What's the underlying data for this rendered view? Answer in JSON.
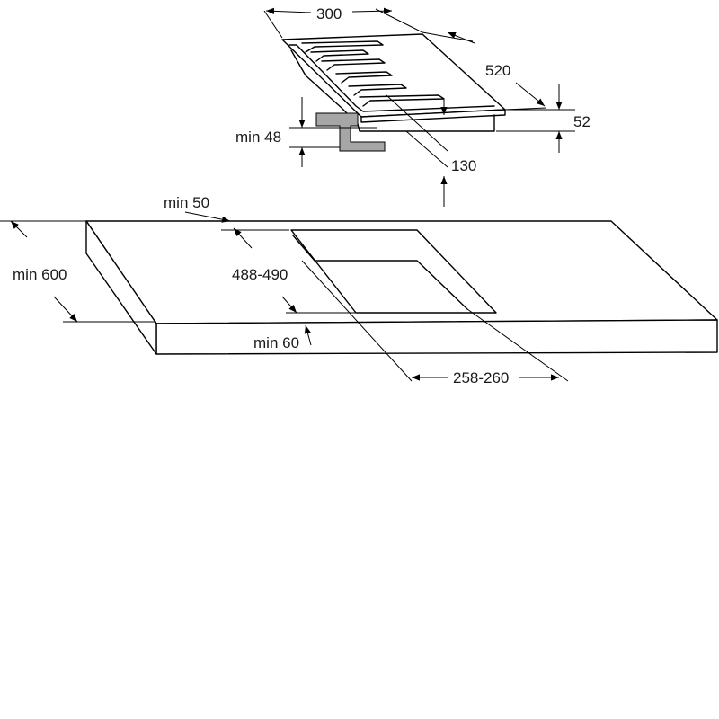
{
  "colors": {
    "line": "#000000",
    "bracket": "#a6a6a6",
    "background": "#ffffff"
  },
  "dimensions": {
    "width": "300",
    "depth": "520",
    "height": "52",
    "min_clearance": "min 48",
    "under_height": "130",
    "min_back": "min 50",
    "min_worktop_depth": "min 600",
    "cutout_depth": "488-490",
    "min_front": "min 60",
    "cutout_width": "258-260"
  }
}
